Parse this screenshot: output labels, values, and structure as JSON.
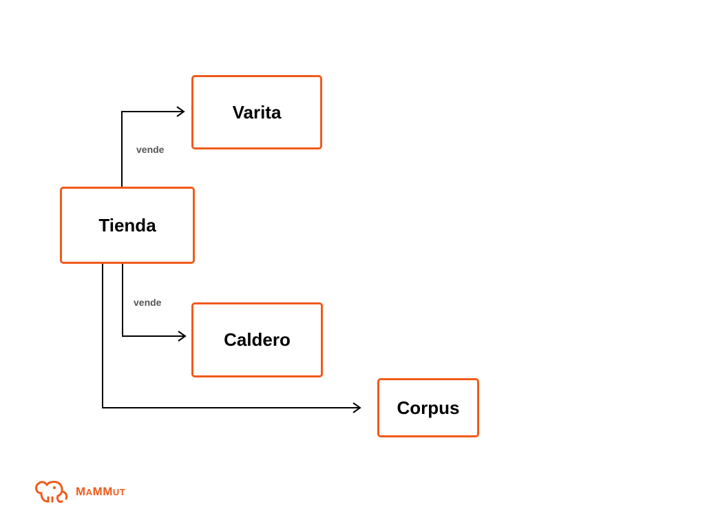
{
  "nodes": {
    "varita": "Varita",
    "tienda": "Tienda",
    "caldero": "Caldero",
    "corpus": "Corpus"
  },
  "edges": {
    "tienda_varita": "vende",
    "tienda_caldero": "vende"
  },
  "logo": {
    "text": "MAMMUT",
    "icon": "elephant-icon"
  },
  "colors": {
    "accent": "#f05a1a",
    "text": "#000000",
    "label": "#555555"
  }
}
